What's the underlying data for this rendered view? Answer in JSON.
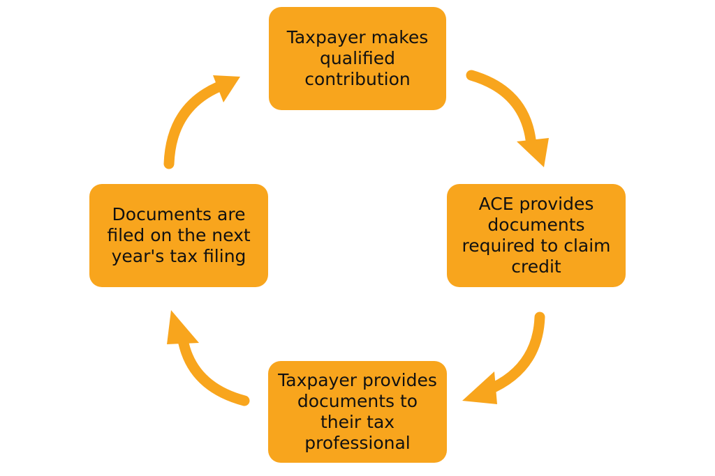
{
  "colors": {
    "box_fill": "#F8A51D",
    "arrow": "#F8A51D",
    "text": "#111111",
    "background": "#ffffff"
  },
  "steps": [
    {
      "id": "top",
      "text": "Taxpayer makes qualified contribution"
    },
    {
      "id": "right",
      "text": "ACE provides documents required to claim credit"
    },
    {
      "id": "bottom",
      "text": "Taxpayer provides documents to their tax professional"
    },
    {
      "id": "left",
      "text": "Documents are filed on the next year's tax filing"
    }
  ]
}
